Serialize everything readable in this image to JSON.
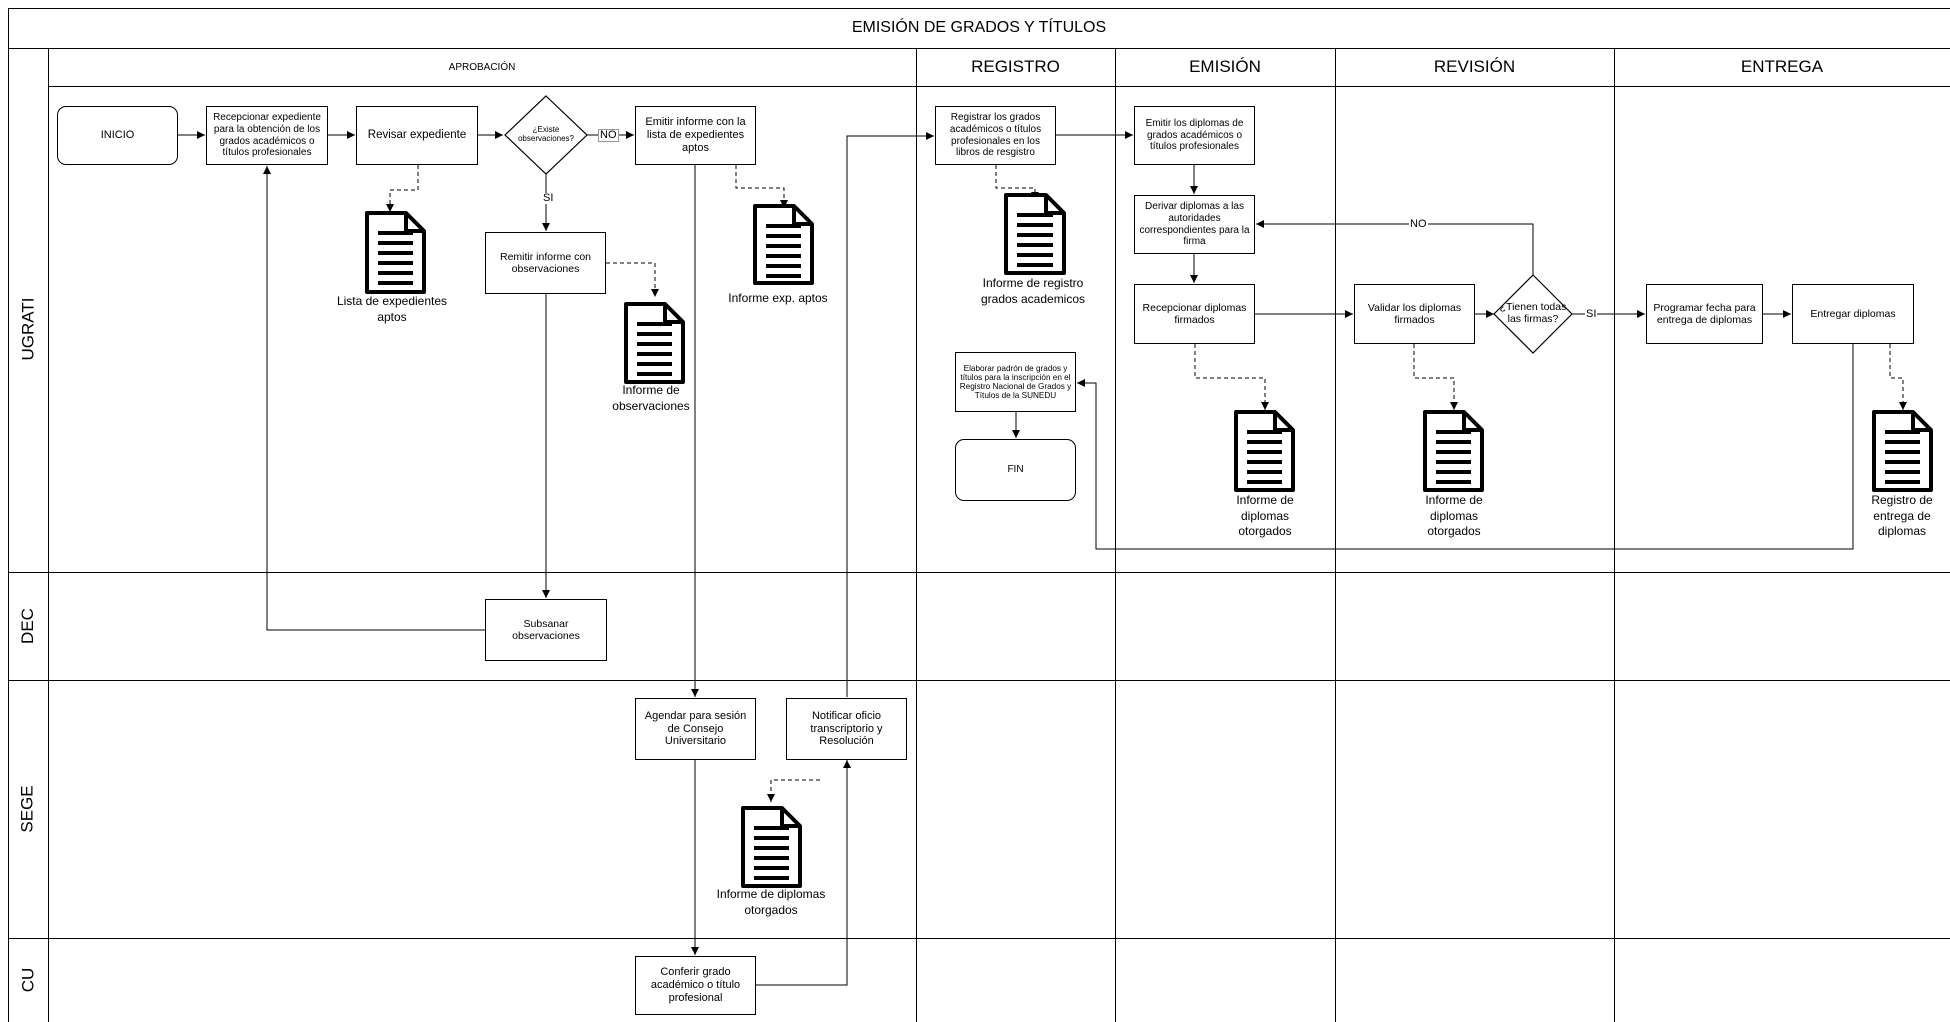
{
  "title": "EMISIÓN DE GRADOS Y TÍTULOS",
  "phases": {
    "aprobacion": "APROBACIÓN",
    "registro": "REGISTRO",
    "emision": "EMISIÓN",
    "revision": "REVISIÓN",
    "entrega": "ENTREGA"
  },
  "lanes": {
    "ugrati": "UGRATI",
    "dec": "DEC",
    "sege": "SEGE",
    "cu": "CU"
  },
  "nodes": {
    "inicio": "INICIO",
    "recepcionar_expediente": "Recepcionar expediente para la obtención de los grados académicos o títulos profesionales",
    "revisar_expediente": "Revisar expediente",
    "existe_observaciones": "¿Existe observaciones?",
    "emitir_informe": "Emitir informe con la lista de expedientes aptos",
    "remitir_informe": "Remitir informe con observaciones",
    "subsanar": "Subsanar observaciones",
    "agendar": "Agendar para sesión de Consejo Universitario",
    "notificar": "Notificar oficio transcriptorio y Resolución",
    "conferir": "Conferir grado académico o título profesional",
    "registrar": "Registrar los grados académicos o títulos profesionales en los libros de resgistro",
    "elaborar_padron": "Elaborar padrón de grados y títulos para la inscripción en el Registro Nacional de Grados y Títulos de la SUNEDU",
    "fin": "FIN",
    "emitir_diplomas": "Emitir los diplomas de grados académicos o títulos profesionales",
    "derivar_diplomas": "Derivar diplomas a las autoridades correspondientes para la firma",
    "recepcionar_diplomas": "Recepcionar diplomas firmados",
    "validar_diplomas": "Validar los diplomas firmados",
    "tienen_firmas": "¿Tienen todas las firmas?",
    "programar_fecha": "Programar fecha para entrega de diplomas",
    "entregar_diplomas": "Entregar diplomas"
  },
  "documents": {
    "lista_expedientes": "Lista de expedientes aptos",
    "informe_observaciones": "Informe de observaciones",
    "informe_exp_aptos": "Informe exp. aptos",
    "informe_diplomas_sege": "Informe de diplomas otorgados",
    "informe_registro": "Informe de registro grados academicos",
    "informe_diplomas_emision": "Informe de diplomas otorgados",
    "informe_diplomas_revision": "Informe de diplomas otorgados",
    "registro_entrega": "Registro de entrega de diplomas"
  },
  "edge_labels": {
    "no_observaciones": "NO",
    "si_observaciones": "SI",
    "no_firmas": "NO",
    "si_firmas": "SI"
  }
}
